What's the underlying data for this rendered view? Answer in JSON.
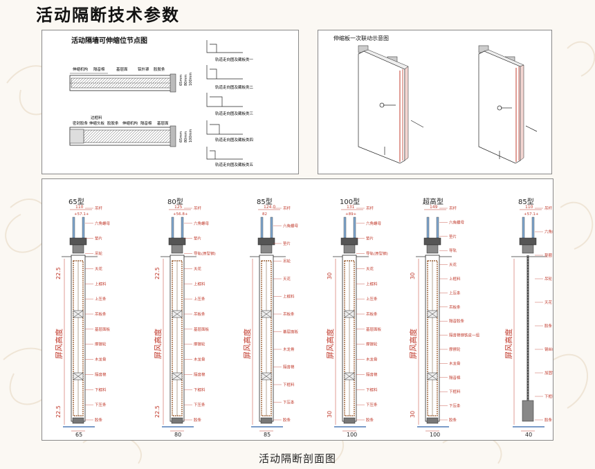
{
  "page": {
    "title": "活动隔断技术参数",
    "caption": "活动隔断剖面图"
  },
  "node_panel": {
    "title": "活动隔墙可伸缩位节点图",
    "top_labels": [
      "伸缩机构",
      "隔音棉",
      "基层面",
      "铝外罩",
      "胶胶条"
    ],
    "bottom_labels": [
      "边框料",
      "密封胶条",
      "伸缩头板",
      "胶胶条",
      "伸缩机构",
      "隔音棉",
      "基层面"
    ],
    "dims_top": [
      "65mm",
      "80mm",
      "100mm"
    ],
    "dims_bottom": [
      "65mm",
      "80mm",
      "100mm"
    ],
    "track_labels": [
      "轨道走向图及藏板类一",
      "轨道走向图及藏板类二",
      "轨道走向图及藏板类三",
      "轨道走向图及藏板类四",
      "轨道走向图及藏板类五"
    ]
  },
  "link_panel": {
    "title": "伸缩板一次联动示意图"
  },
  "sections": [
    {
      "type": "65型",
      "top": "110",
      "mid": "+57.1+",
      "bottom": "65",
      "left_dims": [
        "22.5",
        "22.5"
      ],
      "height": "屏风高度",
      "labels": [
        "吊杆",
        "六角螺母",
        "垫片",
        "吊轮",
        "天花",
        "上框料",
        "上压条",
        "吊板条",
        "基层面板",
        "摩擦轮",
        "木龙骨",
        "隔音棉",
        "下框料",
        "下压条",
        "胶条"
      ]
    },
    {
      "type": "80型",
      "top": "125",
      "mid": "+56.8+",
      "bottom": "80",
      "left_dims": [
        "22.5",
        "22.5"
      ],
      "height": "屏风高度",
      "labels": [
        "吊杆",
        "六角螺母",
        "垫片",
        "导轨(原型钢)",
        "天花",
        "上框料",
        "上压条",
        "吊板条",
        "基层面板",
        "摩擦轮",
        "木龙骨",
        "隔音棉",
        "下框料",
        "下压条",
        "胶条"
      ]
    },
    {
      "type": "85型",
      "top": "124.0",
      "mid": "82",
      "bottom": "85",
      "left_dims": [],
      "height": "屏风高度",
      "labels": [
        "吊杆",
        "六角螺母",
        "垫片",
        "吊轮",
        "天花",
        "上框料",
        "吊板条",
        "基层面板",
        "木龙骨",
        "隔音棉",
        "下框料",
        "下压条",
        "胶条"
      ]
    },
    {
      "type": "100型",
      "top": "131",
      "mid": "+89+",
      "bottom": "100",
      "left_dims": [
        "30",
        "30"
      ],
      "height": "屏风高度",
      "labels": [
        "吊杆",
        "六角螺母",
        "垫片",
        "导轨(原型钢)",
        "天花",
        "上框料",
        "上压条",
        "吊板条",
        "基层面板",
        "摩擦轮",
        "木龙骨",
        "隔音棉",
        "下框料",
        "下压条",
        "胶条"
      ]
    },
    {
      "type": "超高型",
      "top": "149",
      "mid": "",
      "bottom": "100",
      "left_dims": [
        "30",
        "30"
      ],
      "height": "屏风高度",
      "labels": [
        "吊杆",
        "六角螺母",
        "垫片",
        "导轨",
        "天花",
        "上框料",
        "上压条",
        "吊板条",
        "隔音胶条",
        "隔音棉钢铁皮一组",
        "摩擦轮",
        "木龙骨",
        "隔音棉",
        "下框料",
        "下压条",
        "胶条"
      ]
    },
    {
      "type": "85型",
      "top": "110",
      "mid": "+57.1+",
      "bottom": "40",
      "left_dims": [],
      "height": "屏风高度",
      "labels": [
        "吊杆",
        "六角螺母",
        "垫圈",
        "吊轮",
        "天花",
        "胶条",
        "钢丝绳",
        "加固钢化玻璃",
        "下框料",
        "胶条"
      ]
    }
  ]
}
